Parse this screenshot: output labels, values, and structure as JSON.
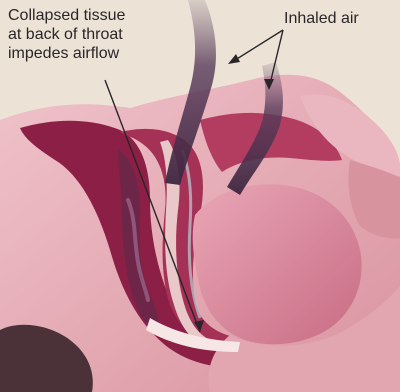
{
  "labels": {
    "collapsed_tissue": {
      "line1": "Collapsed tissue",
      "line2": "at back of throat",
      "line3": "impedes airflow"
    },
    "inhaled_air": "Inhaled air"
  },
  "palette": {
    "background": "#ece3d6",
    "skin": "#e8b6bf",
    "skin_shadow": "#c98593",
    "tissue_dark": "#8c1f45",
    "tissue_mid": "#a53157",
    "airflow": "#4e3450",
    "leader_line": "#2a2528"
  }
}
